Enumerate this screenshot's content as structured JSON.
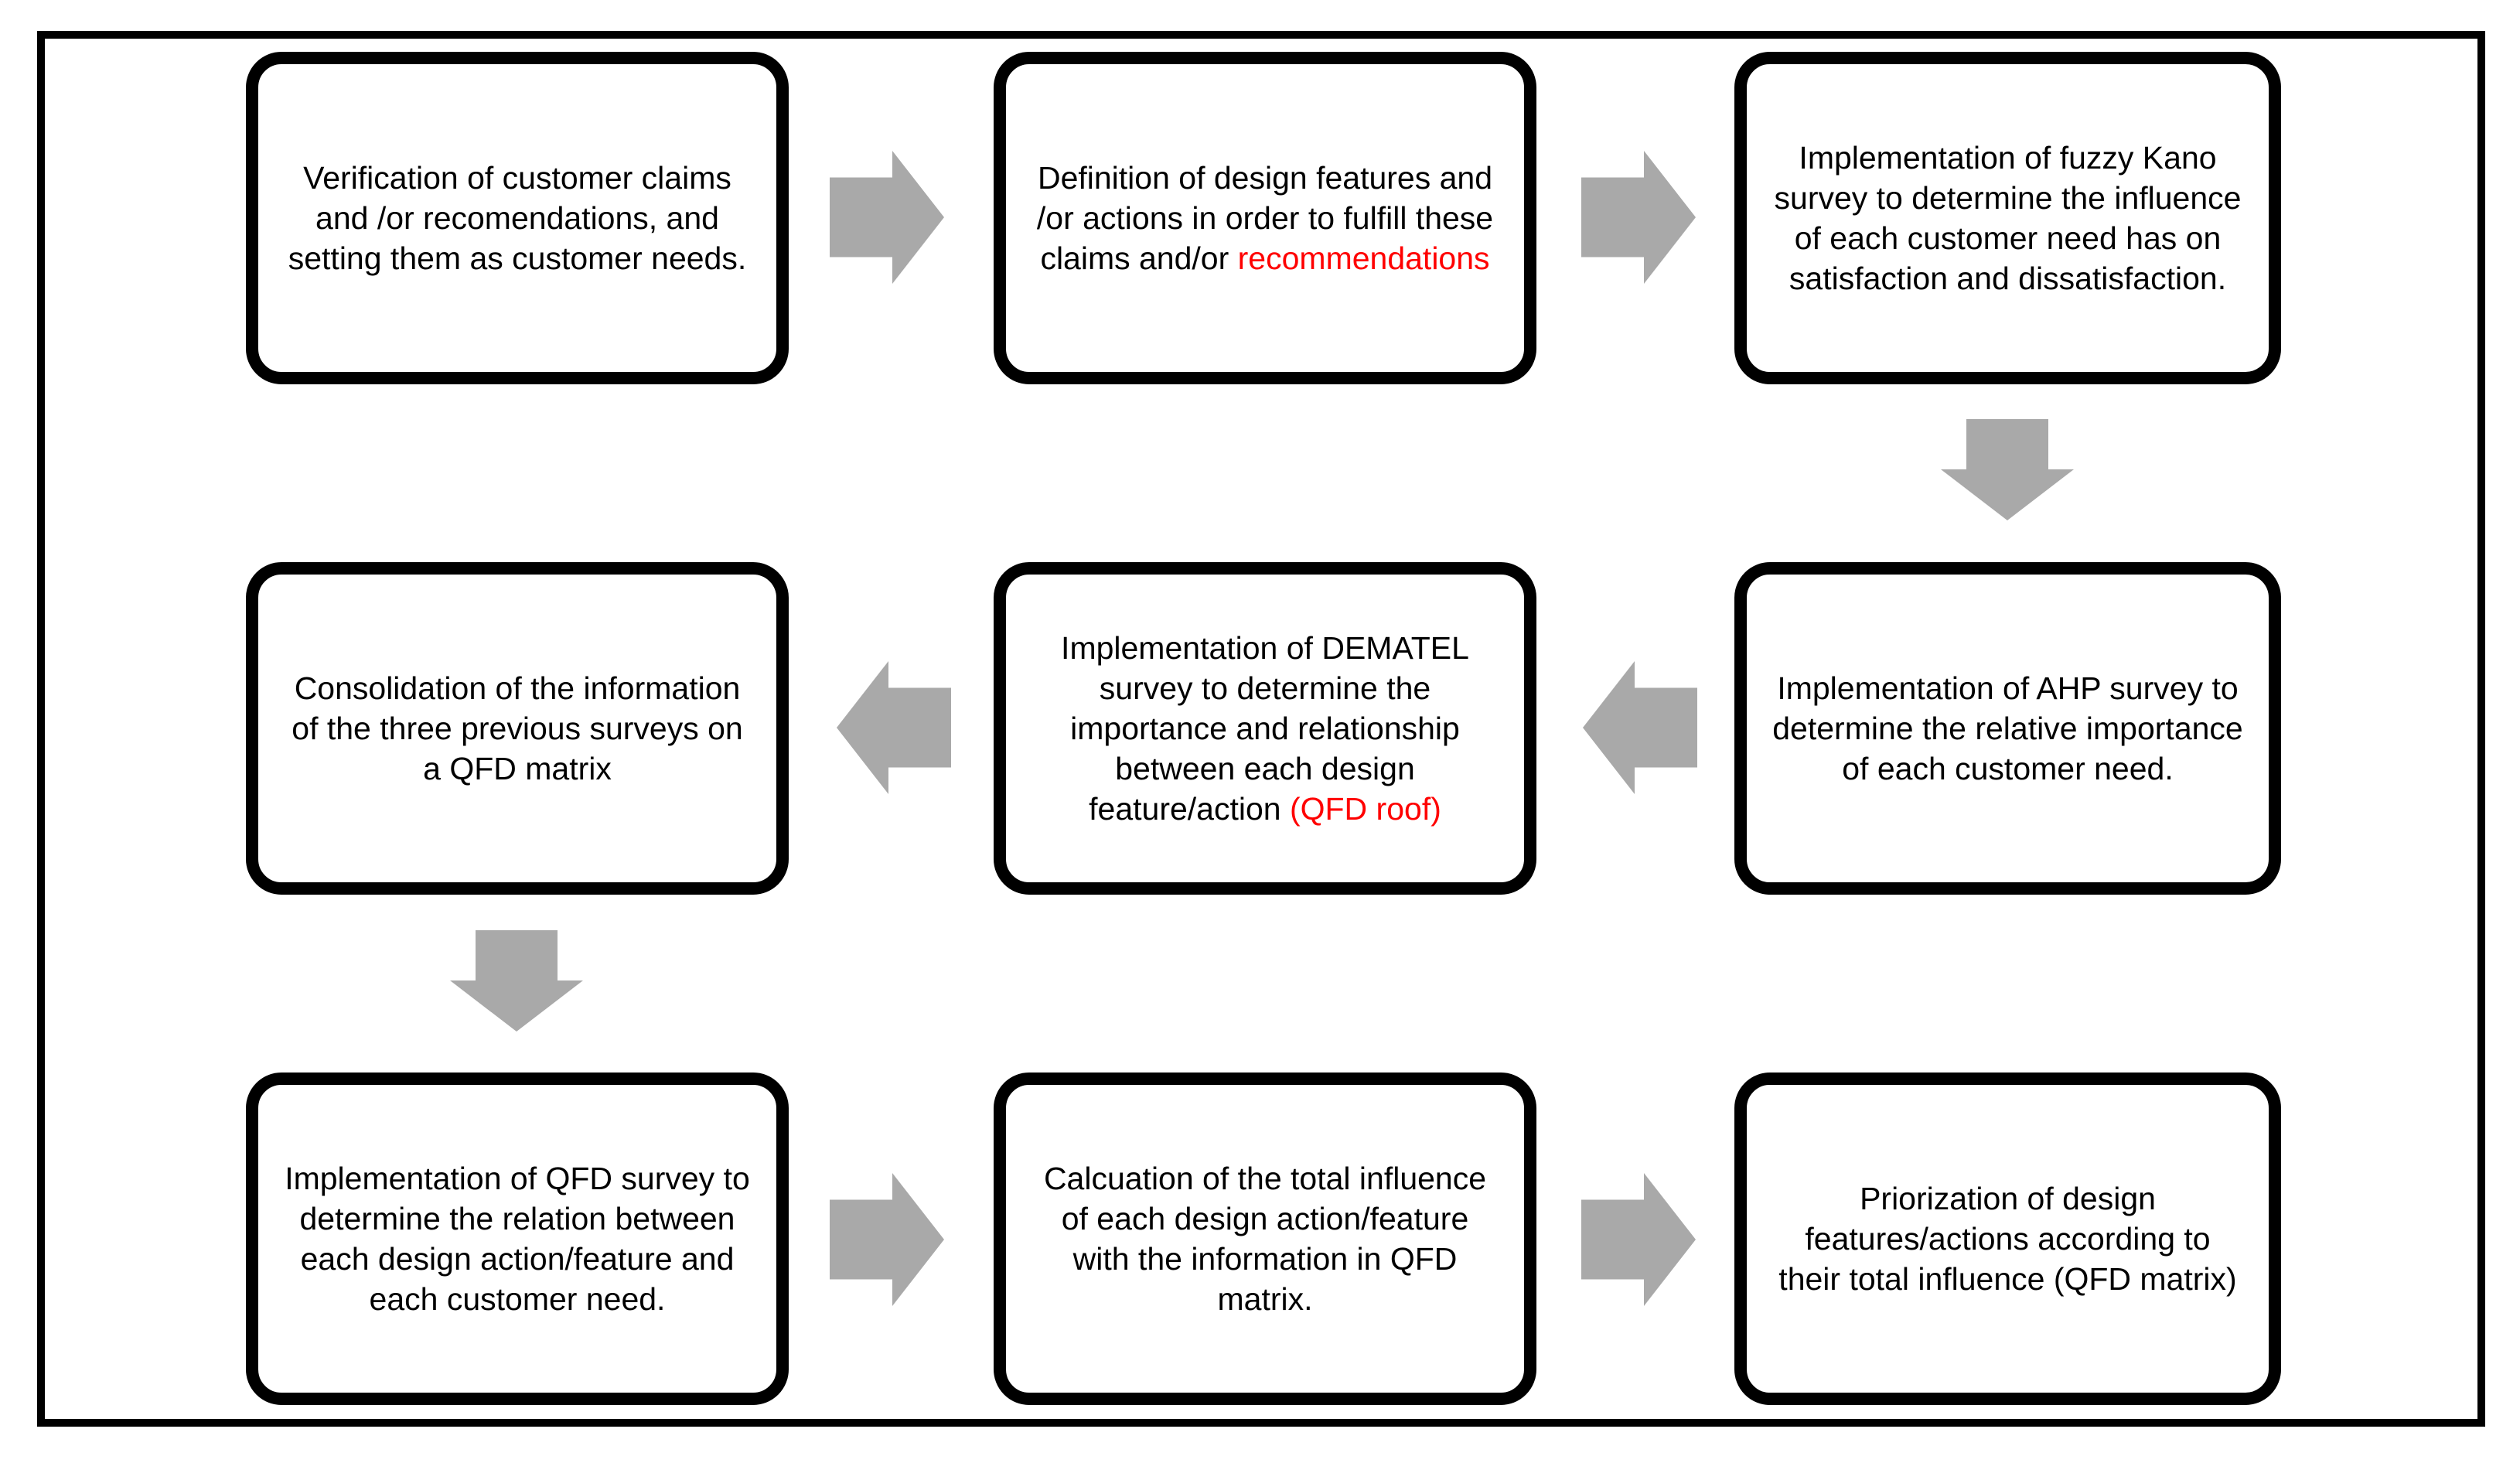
{
  "colors": {
    "arrow": "#A9A9A9",
    "border": "#000000",
    "highlight": "#FF0000",
    "background": "#FFFFFF"
  },
  "boxes": [
    {
      "id": "verify-claims",
      "text": "Verification of customer claims and /or recomendations, and setting them as customer needs."
    },
    {
      "id": "define-features",
      "text": "Definition of design features and /or actions in order to fulfill these claims and/or ",
      "red_text": "recommendations"
    },
    {
      "id": "fuzzy-kano",
      "text": "Implementation of fuzzy Kano survey to determine the influence of each customer need has on satisfaction and dissatisfaction."
    },
    {
      "id": "ahp-survey",
      "text": "Implementation of AHP survey to determine the relative importance of each customer need."
    },
    {
      "id": "dematel-survey",
      "text": "Implementation of DEMATEL survey to determine the importance and relationship between each design feature/action ",
      "red_text": "(QFD roof)"
    },
    {
      "id": "qfd-consolidation",
      "text": "Consolidation of the information of the three previous surveys on a QFD matrix"
    },
    {
      "id": "qfd-survey",
      "text": "Implementation of QFD survey to determine the relation between each design action/feature and each customer need."
    },
    {
      "id": "total-influence",
      "text": "Calcuation of the total influence of each design action/feature with the information in QFD matrix."
    },
    {
      "id": "priorization",
      "text": "Priorization of design features/actions according to their total influence (QFD matrix)"
    }
  ],
  "connections": [
    {
      "from": "verify-claims",
      "to": "define-features",
      "direction": "right"
    },
    {
      "from": "define-features",
      "to": "fuzzy-kano",
      "direction": "right"
    },
    {
      "from": "fuzzy-kano",
      "to": "ahp-survey",
      "direction": "down"
    },
    {
      "from": "ahp-survey",
      "to": "dematel-survey",
      "direction": "left"
    },
    {
      "from": "dematel-survey",
      "to": "qfd-consolidation",
      "direction": "left"
    },
    {
      "from": "qfd-consolidation",
      "to": "qfd-survey",
      "direction": "down"
    },
    {
      "from": "qfd-survey",
      "to": "total-influence",
      "direction": "right"
    },
    {
      "from": "total-influence",
      "to": "priorization",
      "direction": "right"
    }
  ]
}
